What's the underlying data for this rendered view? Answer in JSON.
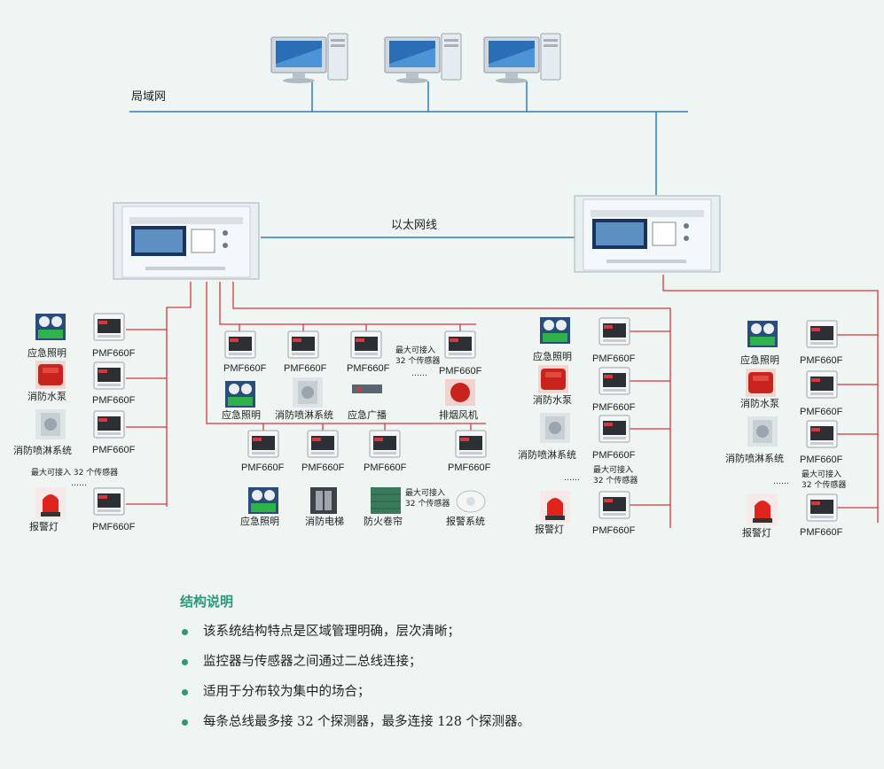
{
  "labels": {
    "lan": "局域网",
    "ethernet": "以太网线"
  },
  "sensor_model": "PMF660F",
  "limit_note": "最大可接入 32 个传感器",
  "limit_note_split": [
    "最大可接入",
    "32 个传感器"
  ],
  "ellipsis": "……",
  "devices": {
    "emergency_light": "应急照明",
    "fire_pump": "消防水泵",
    "sprinkler": "消防喷淋系统",
    "alarm_lamp": "报警灯",
    "broadcast": "应急广播",
    "smoke_fan": "排烟风机",
    "elevator": "消防电梯",
    "shutter": "防火卷帘",
    "alarm_system": "报警系统"
  },
  "notes": {
    "title": "结构说明",
    "items": [
      "该系统结构特点是区域管理明确，层次清晰；",
      "监控器与传感器之间通过二总线连接；",
      "适用于分布较为集中的场合；",
      "每条总线最多接 32 个探测器，最多连接 128 个探测器。"
    ]
  },
  "colors": {
    "lan_line": "#2f7fc4",
    "bus_line": "#d9363e",
    "accent": "#2a9a7a"
  }
}
